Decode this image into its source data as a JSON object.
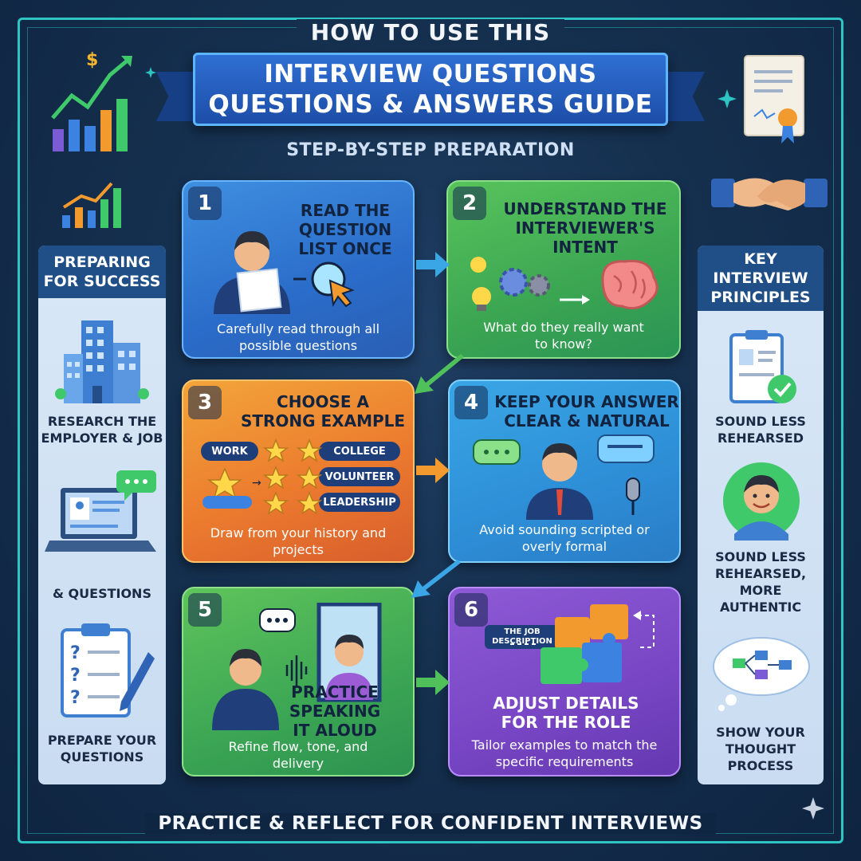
{
  "header": {
    "top_label": "HOW TO USE THIS",
    "title_line1": "INTERVIEW QUESTIONS",
    "title_line2": "QUESTIONS & ANSWERS GUIDE",
    "subtitle": "STEP-BY-STEP PREPARATION"
  },
  "left_panel": {
    "title": "PREPARING FOR SUCCESS",
    "items": [
      {
        "label": "RESEARCH THE EMPLOYER & JOB",
        "icon": "office-building-icon"
      },
      {
        "label": "& QUESTIONS",
        "icon": "laptop-chat-icon"
      },
      {
        "label": "PREPARE YOUR QUESTIONS",
        "icon": "question-clipboard-icon"
      }
    ]
  },
  "right_panel": {
    "title": "KEY INTERVIEW PRINCIPLES",
    "items": [
      {
        "label": "SOUND LESS REHEARSED",
        "icon": "checked-clipboard-icon"
      },
      {
        "label": "SOUND LESS REHEARSED, MORE AUTHENTIC",
        "icon": "smiling-person-icon"
      },
      {
        "label": "SHOW YOUR THOUGHT PROCESS",
        "icon": "thought-bubble-icon"
      }
    ]
  },
  "steps": [
    {
      "number": "1",
      "title": "READ THE QUESTION LIST ONCE",
      "description": "Carefully read through all possible questions",
      "color": "#2a6cc9"
    },
    {
      "number": "2",
      "title": "UNDERSTAND THE INTERVIEWER'S INTENT",
      "description": "What do they really want to know?",
      "color": "#3aa552"
    },
    {
      "number": "3",
      "title": "CHOOSE A STRONG EXAMPLE",
      "description": "Draw from your history and projects",
      "color": "#ec7b2e",
      "tags": [
        "WORK",
        "COLLEGE",
        "VOLUNTEER",
        "LEADERSHIP"
      ]
    },
    {
      "number": "4",
      "title": "KEEP YOUR ANSWER CLEAR & NATURAL",
      "description": "Avoid sounding scripted or overly formal",
      "color": "#2d8ed6"
    },
    {
      "number": "5",
      "title": "PRACTICE SPEAKING IT ALOUD",
      "description": "Refine flow, tone, and delivery",
      "color": "#3ba654"
    },
    {
      "number": "6",
      "title": "ADJUST DETAILS FOR THE ROLE",
      "description": "Tailor examples to match the specific requirements",
      "color": "#7846c4",
      "tag": "THE JOB DESCRIPTION"
    }
  ],
  "footer": "PRACTICE & REFLECT FOR CONFIDENT INTERVIEWS",
  "decor": {
    "top_left_icon": "growth-chart-icon",
    "top_right_icon": "certificate-icon",
    "handshake_icon": "handshake-icon",
    "accent": "#2ec4c4",
    "currency_symbol": "$"
  }
}
